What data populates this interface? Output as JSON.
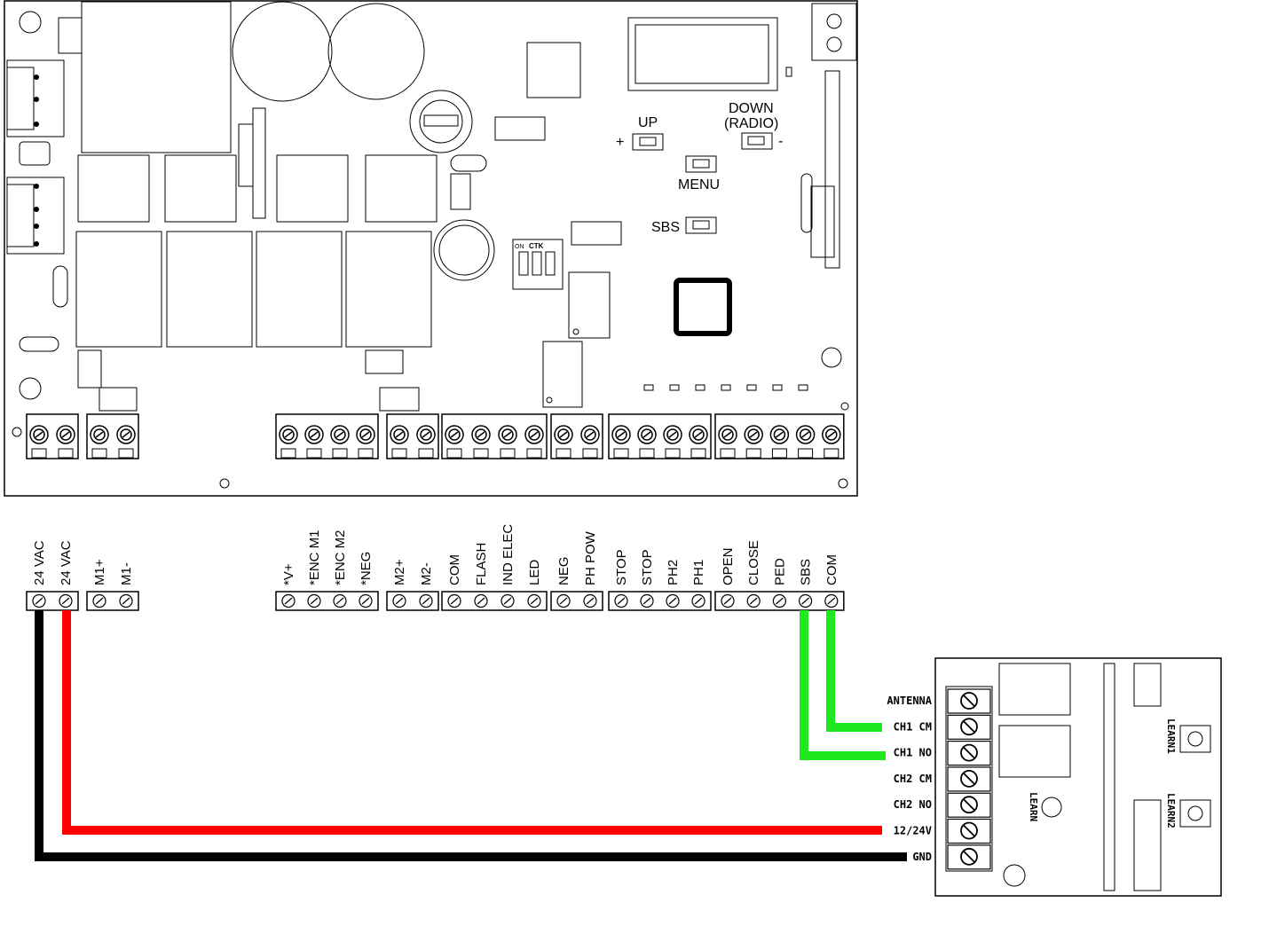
{
  "board": {
    "buttons": {
      "up": "UP",
      "down": "DOWN",
      "radio": "(RADIO)",
      "menu": "MENU",
      "sbs": "SBS",
      "plus": "+",
      "minus": "-"
    },
    "dip_on": "ON",
    "dip_brand": "CTK"
  },
  "terminals": {
    "power": [
      "24 VAC",
      "24 VAC"
    ],
    "motor1": [
      "M1+",
      "M1-"
    ],
    "encoder": [
      "*V+",
      "*ENC M1",
      "*ENC M2",
      "*NEG"
    ],
    "motor2": [
      "M2+",
      "M2-"
    ],
    "lock": [
      "COM",
      "FLASH",
      "IND ELEC",
      "LED"
    ],
    "photo": [
      "NEG",
      "PH POW"
    ],
    "safety": [
      "STOP",
      "STOP",
      "PH2",
      "PH1"
    ],
    "inputs": [
      "OPEN",
      "CLOSE",
      "PED",
      "SBS",
      "COM"
    ]
  },
  "receiver": {
    "terminals": [
      "ANTENNA",
      "CH1 CM",
      "CH1 NO",
      "CH2 CM",
      "CH2 NO",
      "12/24V",
      "GND"
    ],
    "learn": "LEARN",
    "learn1": "LEARN1",
    "learn2": "LEARN2"
  },
  "wire_colors": {
    "black": "#000000",
    "red": "#ff0000",
    "green": "#1ee81e"
  }
}
